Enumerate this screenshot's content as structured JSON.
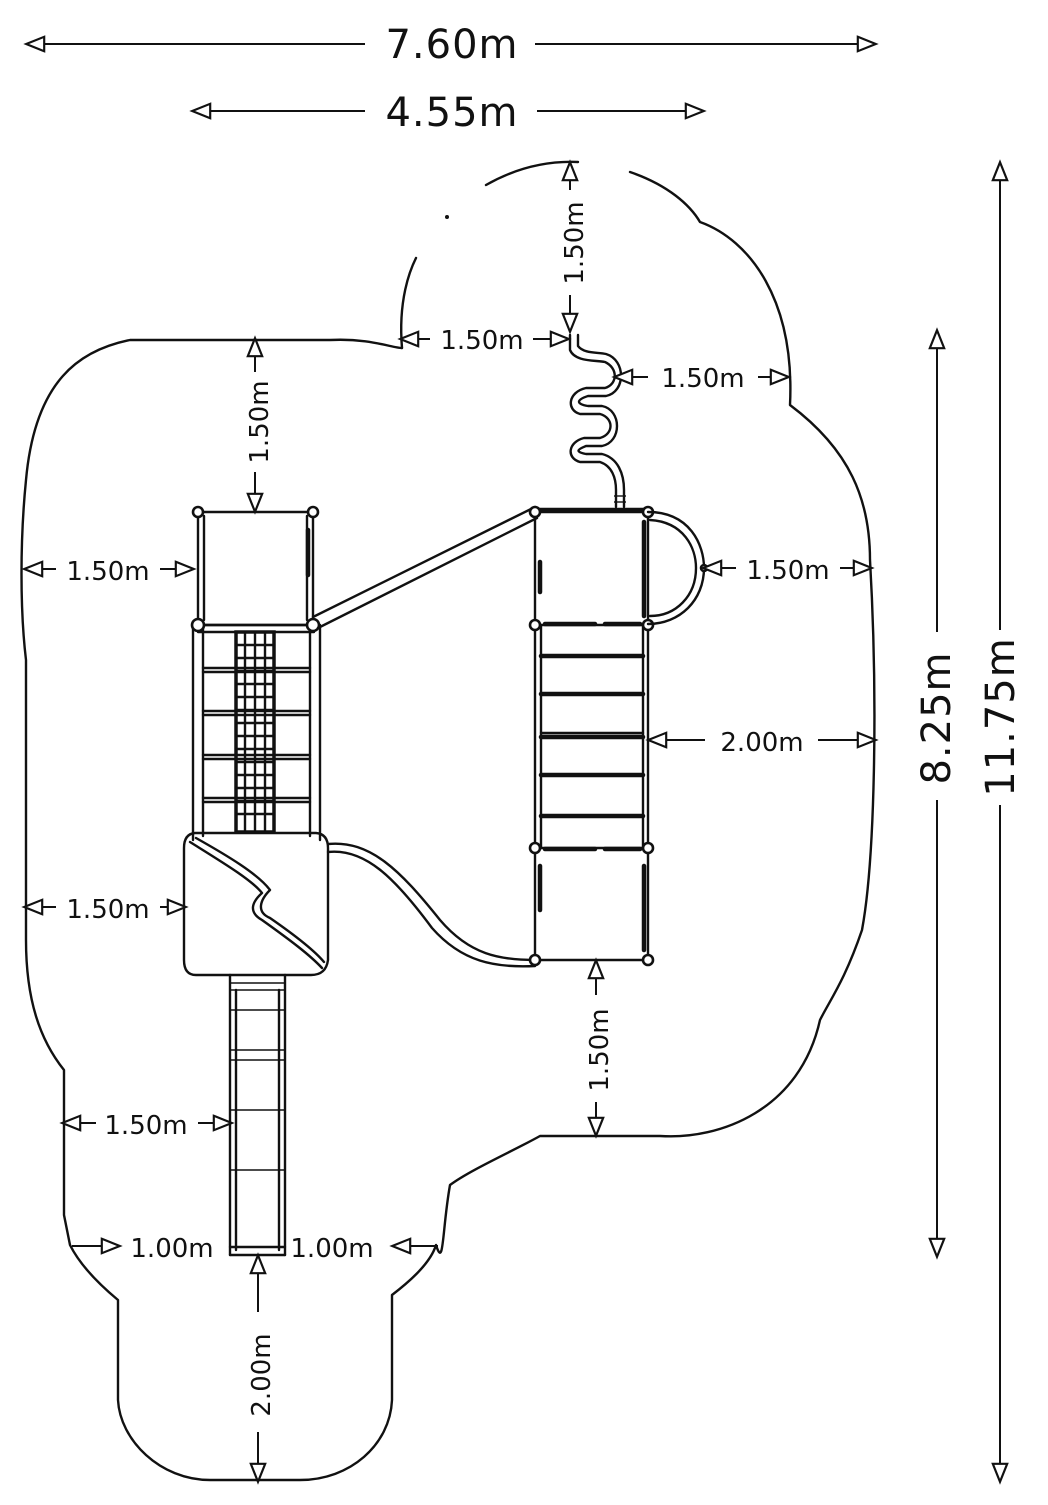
{
  "dimensions": {
    "overall_width": "7.60m",
    "structure_width": "4.55m",
    "structure_length": "8.25m",
    "overall_length": "11.75m"
  },
  "clearances": {
    "spiral_top": "1.50m",
    "spiral_left": "1.50m",
    "spiral_right": "1.50m",
    "tower_top": "1.50m",
    "tower_left": "1.50m",
    "right_platform_right": "1.50m",
    "right_ladder_right": "2.00m",
    "slide_hut_left": "1.50m",
    "right_platform_bottom": "1.50m",
    "slide_left": "1.50m",
    "slide_side_left": "1.00m",
    "slide_side_right": "1.00m",
    "slide_exit": "2.00m"
  },
  "colors": {
    "line": "#111111",
    "background": "#ffffff"
  }
}
